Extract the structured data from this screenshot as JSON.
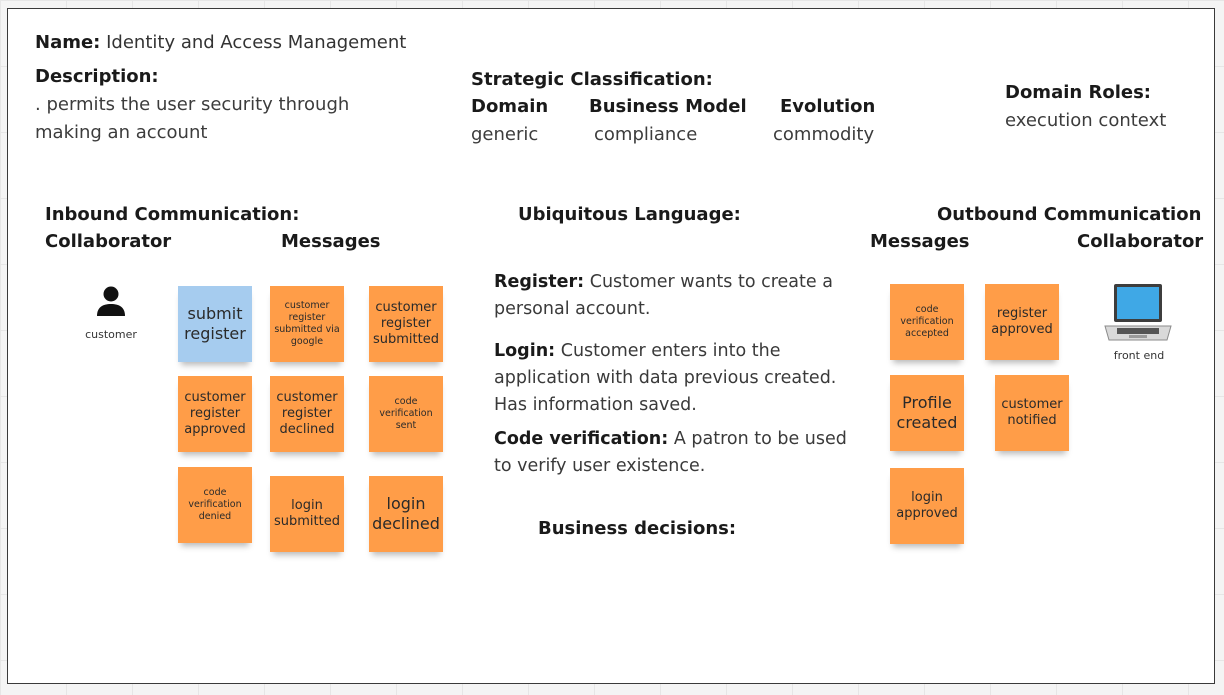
{
  "header": {
    "name_label": "Name:",
    "name_value": "Identity and Access Management",
    "description_label": "Description:",
    "description_line1": ". permits the user security through",
    "description_line2": "making an account"
  },
  "strategic": {
    "title": "Strategic Classification:",
    "domain_label": "Domain",
    "domain_value": "generic",
    "business_model_label": "Business Model",
    "business_model_value": "compliance",
    "evolution_label": "Evolution",
    "evolution_value": "commodity"
  },
  "domain_roles": {
    "label": "Domain Roles:",
    "value": "execution context"
  },
  "inbound": {
    "title": "Inbound Communication:",
    "collaborator_label": "Collaborator",
    "messages_label": "Messages",
    "collaborator_name": "customer",
    "collaborator_icon": "person-icon",
    "messages": [
      "submit register",
      "customer register submitted via google",
      "customer register submitted",
      "customer register approved",
      "customer register declined",
      "code verification sent",
      "code verification denied",
      "login submitted",
      "login declined"
    ]
  },
  "ubiquitous": {
    "title": "Ubiquitous Language:",
    "terms": [
      {
        "term": "Register:",
        "definition": "Customer wants to create a personal account."
      },
      {
        "term": "Login:",
        "definition": "Customer enters into the application with data previous created. Has information saved."
      },
      {
        "term": "Code verification:",
        "definition": "A patron to be used to verify user existence."
      }
    ],
    "business_decisions_label": "Business decisions:"
  },
  "outbound": {
    "title": "Outbound Communication",
    "messages_label": "Messages",
    "collaborator_label": "Collaborator",
    "collaborator_name": "front end",
    "collaborator_icon": "laptop-icon",
    "messages": [
      "code verification accepted",
      "register approved",
      "Profile created",
      "customer notified",
      "login approved"
    ]
  },
  "colors": {
    "sticky_orange": "#ff9d48",
    "sticky_blue": "#a6ccef"
  }
}
